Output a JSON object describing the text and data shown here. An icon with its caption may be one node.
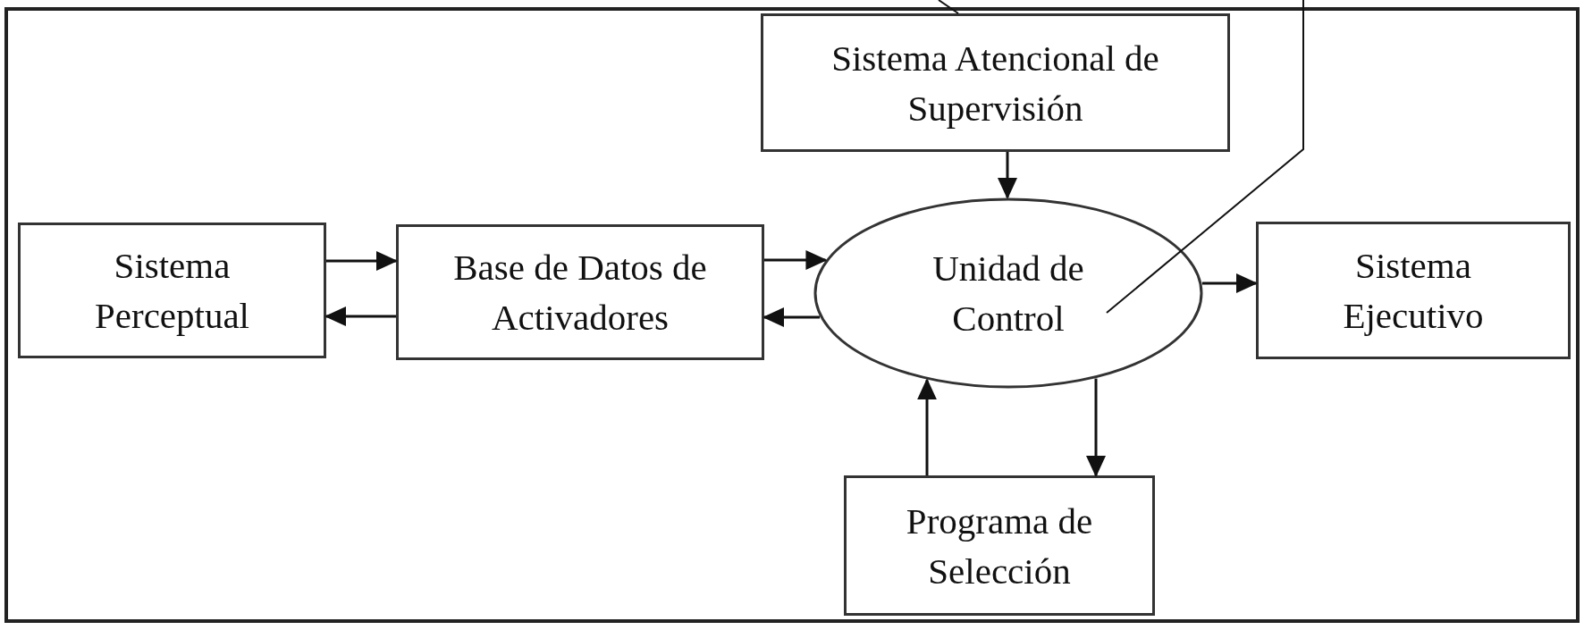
{
  "diagram": {
    "nodes": [
      {
        "text": [
          "Sistema Atencional de Supervisión"
        ]
      },
      {
        "text": [
          "Sistema Perceptual"
        ]
      },
      {
        "text": [
          "Base de Datos de Activadores"
        ]
      },
      {
        "text": [
          "Unidad de Control"
        ]
      },
      {
        "text": [
          "Sistema Ejecutivo"
        ]
      },
      {
        "text": [
          "Programa de Selección"
        ]
      }
    ],
    "edges": [
      {
        "from": null,
        "to": 0,
        "arrow": "none"
      },
      {
        "from": null,
        "to": 3,
        "arrow": "none"
      },
      {
        "from": 0,
        "to": 3,
        "arrow": "to"
      },
      {
        "from": 1,
        "to": 2,
        "arrow": "to"
      },
      {
        "from": 2,
        "to": 1,
        "arrow": "to"
      },
      {
        "from": 2,
        "to": 3,
        "arrow": "to"
      },
      {
        "from": 3,
        "to": 2,
        "arrow": "to"
      },
      {
        "from": 3,
        "to": 4,
        "arrow": "to"
      },
      {
        "from": 5,
        "to": 3,
        "arrow": "to"
      },
      {
        "from": 3,
        "to": 5,
        "arrow": "to"
      }
    ]
  }
}
